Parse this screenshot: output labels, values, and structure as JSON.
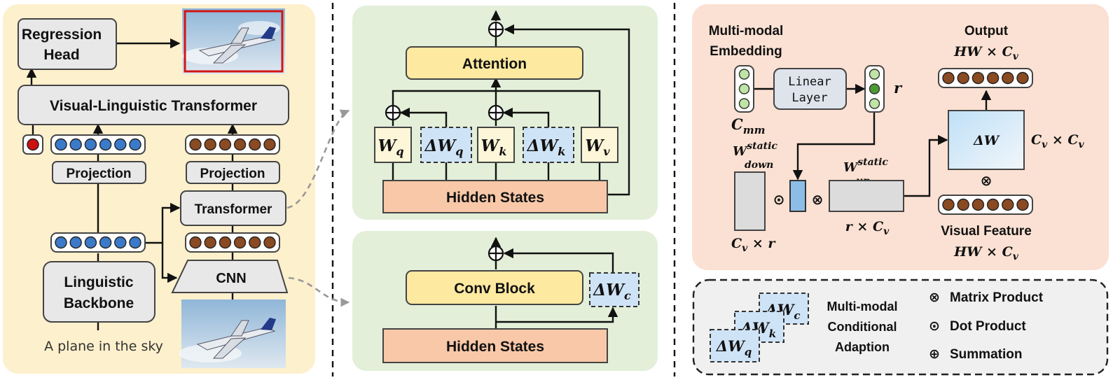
{
  "left": {
    "regression_head": [
      "Regression",
      "Head"
    ],
    "vl_transformer": "Visual-Linguistic Transformer",
    "projection_left": "Projection",
    "projection_right": "Projection",
    "transformer": "Transformer",
    "cnn": "CNN",
    "linguistic_backbone": [
      "Linguistic",
      "Backbone"
    ],
    "caption": "A plane in the sky"
  },
  "middle_top": {
    "attention": "Attention",
    "hidden_states": "Hidden States",
    "weights": [
      {
        "main": "W",
        "sub": "q",
        "delta": false
      },
      {
        "main": "ΔW",
        "sub": "q",
        "delta": true
      },
      {
        "main": "W",
        "sub": "k",
        "delta": false
      },
      {
        "main": "ΔW",
        "sub": "k",
        "delta": true
      },
      {
        "main": "W",
        "sub": "v",
        "delta": false
      }
    ]
  },
  "middle_bottom": {
    "conv_block": "Conv Block",
    "hidden_states": "Hidden States",
    "delta": {
      "main": "ΔW",
      "sub": "c"
    }
  },
  "right": {
    "mm_embedding": [
      "Multi-modal",
      "Embedding"
    ],
    "linear_layer": [
      "Linear",
      "Layer"
    ],
    "c_mm": {
      "main": "C",
      "sub": "mm"
    },
    "r": "r",
    "output": "Output",
    "output_dim": "HW × C",
    "output_dim_sub": "v",
    "delta_w": "ΔW",
    "delta_w_dim": "C",
    "delta_w_dim_sub": "v",
    "delta_w_dim_mid": " × C",
    "delta_w_dim_sub2": "v",
    "w_down": {
      "main": "W",
      "sup": "static",
      "sub": "down"
    },
    "w_up": {
      "main": "W",
      "sup": "static",
      "sub": "up"
    },
    "down_dim": "C",
    "down_dim_sub": "v",
    "down_dim_tail": " × r",
    "up_dim": "r × C",
    "up_dim_sub": "v",
    "visual_feature": "Visual Feature",
    "vf_dim": "HW × C",
    "vf_dim_sub": "v",
    "dot": "⊙",
    "otimes": "⊗",
    "otimes2": "⊗"
  },
  "legend": {
    "stack": [
      {
        "main": "ΔW",
        "sub": "c"
      },
      {
        "main": "ΔW",
        "sub": "k"
      },
      {
        "main": "ΔW",
        "sub": "q"
      }
    ],
    "mmca": [
      "Multi-modal",
      "Conditional",
      "Adaption"
    ],
    "items": [
      {
        "symbol": "⊗",
        "label": "Matrix Product"
      },
      {
        "symbol": "⊙",
        "label": "Dot Product"
      },
      {
        "symbol": "⊕",
        "label": "Summation"
      }
    ]
  },
  "colors": {
    "left_panel": "#fdf0cc",
    "middle_panel": "#e3efd9",
    "right_panel": "#fbe1d3",
    "legend_panel": "#f0f0f0",
    "grey_box": "#e8e8e8",
    "yellow_box": "#fde9a0",
    "salmon_box": "#f8c8a8",
    "cream_box": "#fdf6d8",
    "blue_dash_box": "#cfe3f6",
    "blue_token": "#3b7ac8",
    "brown_token": "#8a4a22",
    "green_token": "#9ad07a",
    "red_token": "#cc1111"
  }
}
